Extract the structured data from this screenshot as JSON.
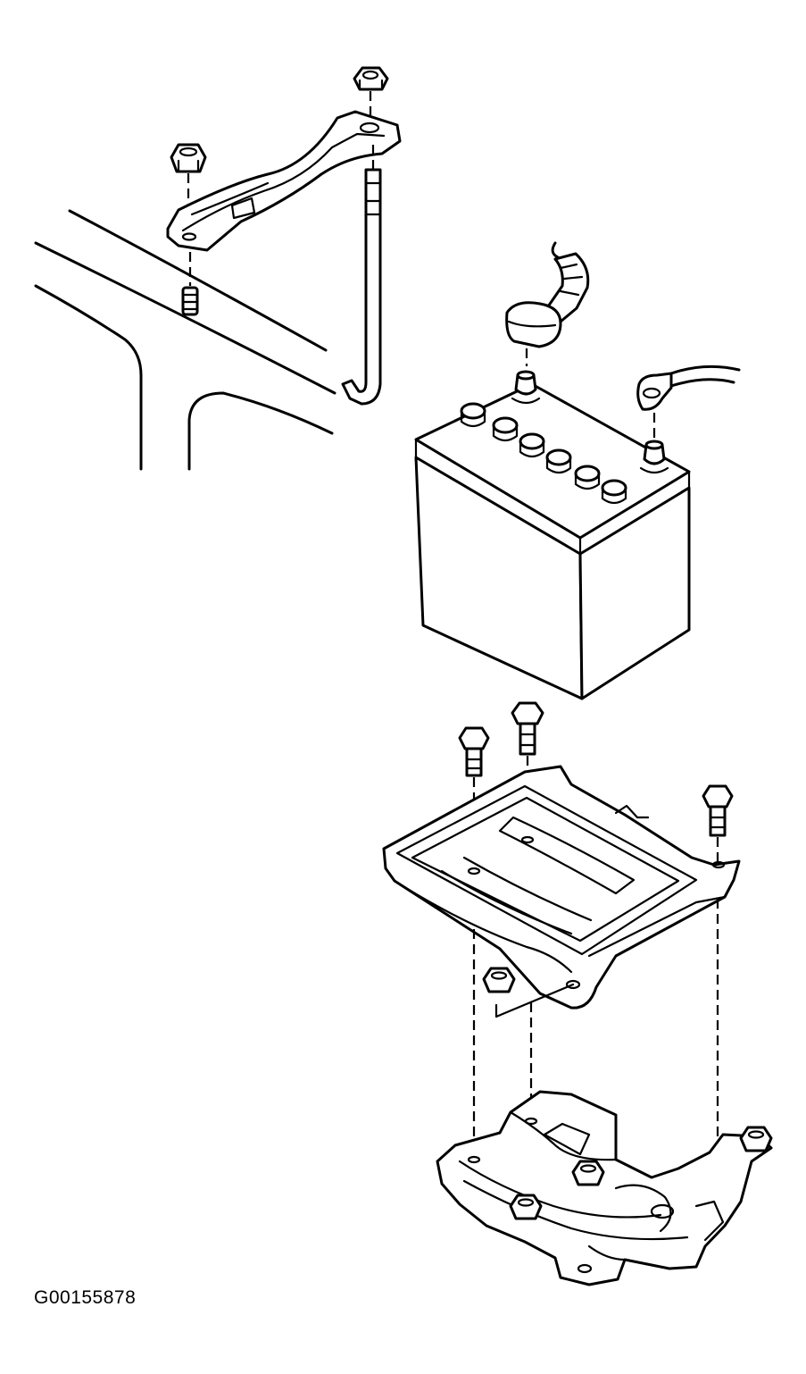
{
  "figure": {
    "id": "G00155878"
  },
  "parts": [
    {
      "name": "hold-down-clamp-nut"
    },
    {
      "name": "hold-down-clamp"
    },
    {
      "name": "hold-down-rod"
    },
    {
      "name": "battery"
    },
    {
      "name": "positive-cable-terminal"
    },
    {
      "name": "negative-cable-terminal"
    },
    {
      "name": "battery-tray"
    },
    {
      "name": "tray-bolts"
    },
    {
      "name": "tray-support-bracket"
    }
  ]
}
